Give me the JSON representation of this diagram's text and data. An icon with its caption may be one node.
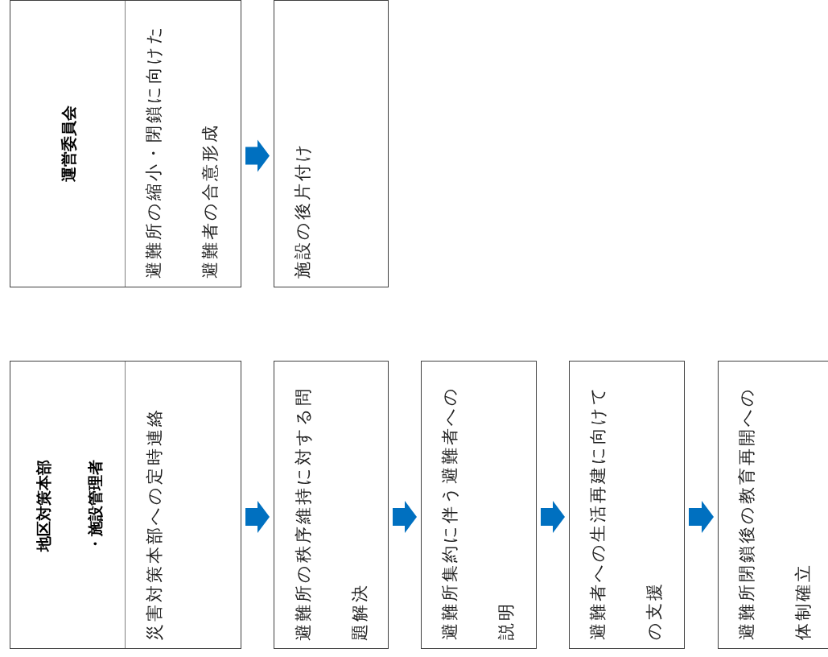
{
  "diagram": {
    "nodes": [
      {
        "text": [
          "運営委員会",
          "避難所の縮小・閉鎖に向けた避難者の合意形成"
        ]
      },
      {
        "text": [
          "施設の後片付け"
        ]
      },
      {
        "text": [
          "地区対策本部・施設管理者",
          "災害対策本部への定時連絡"
        ]
      },
      {
        "text": [
          "避難所の秩序維持に対する問題解決"
        ]
      },
      {
        "text": [
          "避難所集約に伴う避難者への説明"
        ]
      },
      {
        "text": [
          "避難者への生活再建に向けての支援"
        ]
      },
      {
        "text": [
          "避難所閉鎖後の教育再開への体制確立"
        ]
      }
    ],
    "edges": [
      {
        "from": 0,
        "to": 1,
        "arrow": "to"
      },
      {
        "from": 2,
        "to": 3,
        "arrow": "to"
      },
      {
        "from": 3,
        "to": 4,
        "arrow": "to"
      },
      {
        "from": 4,
        "to": 5,
        "arrow": "to"
      },
      {
        "from": 5,
        "to": 6,
        "arrow": "to"
      }
    ]
  }
}
